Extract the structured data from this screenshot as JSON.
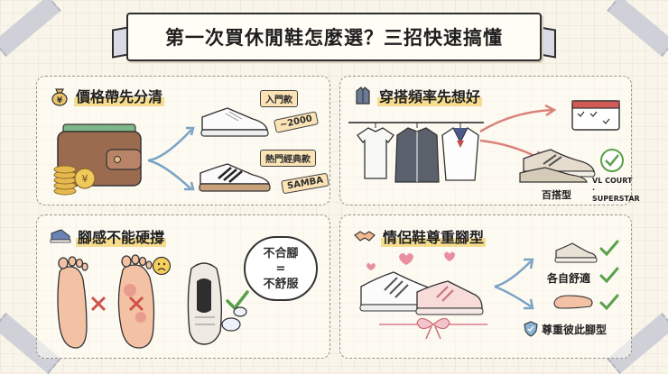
{
  "title": "第一次買休閒鞋怎麼選？三招快速搞懂",
  "panels": {
    "price": {
      "icon": "money-bag-icon",
      "title": "價格帶先分清",
      "tag_entry": "入門款",
      "price_low": "~2000",
      "tag_popular": "熱門經典款",
      "price_high": "SAMBA"
    },
    "outfit": {
      "icon": "jacket-icon",
      "title": "穿搭頻率先想好",
      "label_versatile": "百搭型",
      "models": "VL COURT · SUPERSTAR"
    },
    "comfort": {
      "icon": "sneaker-icon",
      "title": "腳感不能硬撐",
      "cloud_line1": "不合腳",
      "cloud_line2": "=",
      "cloud_line3": "不舒服"
    },
    "couple": {
      "icon": "handshake-icon",
      "title": "情侶鞋尊重腳型",
      "label_comfort": "各自舒適",
      "label_respect": "尊重彼此腳型"
    }
  },
  "colors": {
    "highlight": "#f6dc8f",
    "arrow_blue": "#7ba3c4",
    "arrow_red": "#d9837a",
    "check_green": "#5aa04a",
    "cross_red": "#d2504b"
  }
}
